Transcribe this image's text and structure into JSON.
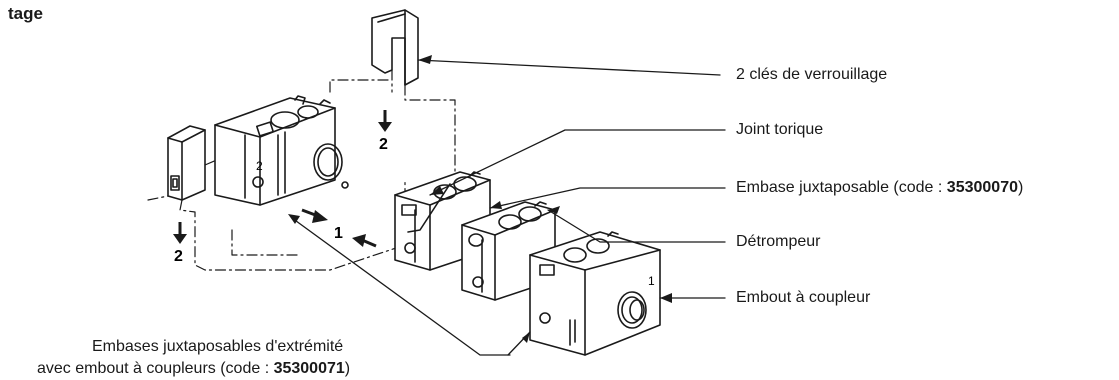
{
  "title": "tage",
  "labels": {
    "cles": "2 clés de verrouillage",
    "joint": "Joint torique",
    "embase_prefix": "Embase juxtaposable (code : ",
    "embase_code": "35300070",
    "embase_suffix": ")",
    "detrompeur": "Détrompeur",
    "embout": "Embout à coupleur",
    "extremite_line1": "Embases juxtaposables d'extrémité",
    "extremite_prefix": "avec embout à coupleurs (code : ",
    "extremite_code": "35300071",
    "extremite_suffix": ")"
  },
  "markers": {
    "step2_top": "2",
    "step2_left": "2",
    "step1": "1",
    "port_2": "2",
    "port_1": "1"
  }
}
